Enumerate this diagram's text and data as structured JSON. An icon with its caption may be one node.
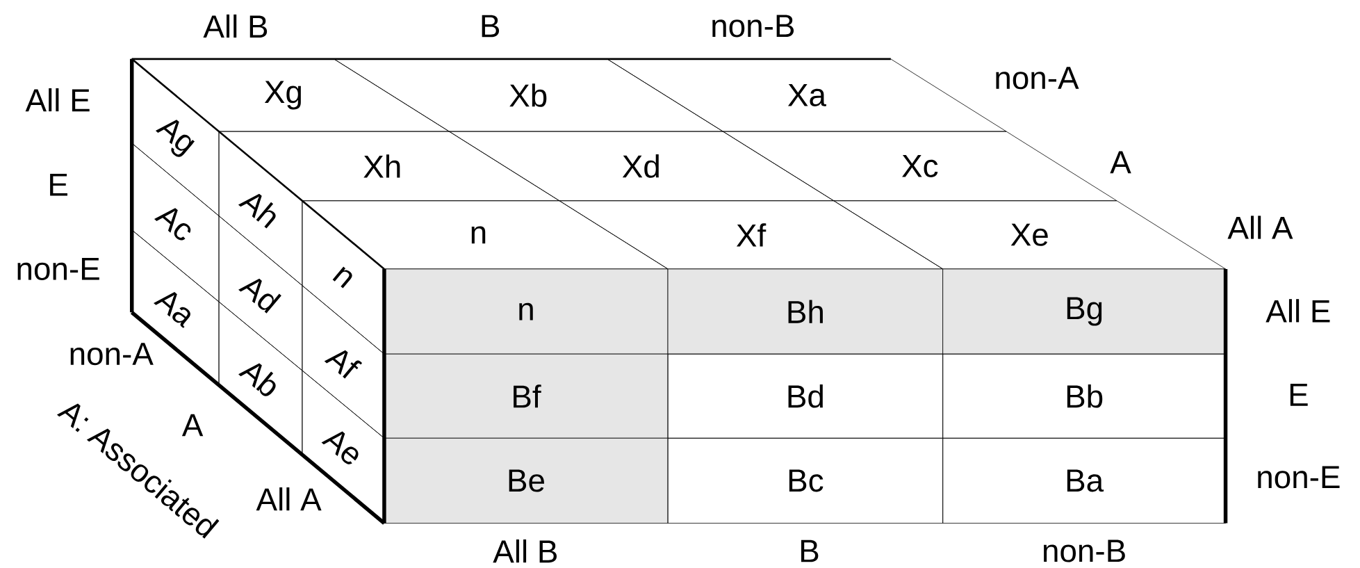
{
  "diagram": {
    "nodes": [
      {
        "text": [
          "Xg"
        ]
      },
      {
        "text": [
          "Xb"
        ]
      },
      {
        "text": [
          "Xa"
        ]
      },
      {
        "text": [
          "Xh"
        ]
      },
      {
        "text": [
          "Xd"
        ]
      },
      {
        "text": [
          "Xc"
        ]
      },
      {
        "text": [
          "n"
        ]
      },
      {
        "text": [
          "Xf"
        ]
      },
      {
        "text": [
          "Xe"
        ]
      },
      {
        "text": [
          "Ag"
        ]
      },
      {
        "text": [
          "Ah"
        ]
      },
      {
        "text": [
          "n"
        ]
      },
      {
        "text": [
          "Ac"
        ]
      },
      {
        "text": [
          "Ad"
        ]
      },
      {
        "text": [
          "Af"
        ]
      },
      {
        "text": [
          "Aa"
        ]
      },
      {
        "text": [
          "Ab"
        ]
      },
      {
        "text": [
          "Ae"
        ]
      },
      {
        "text": [
          "n"
        ]
      },
      {
        "text": [
          "Bh"
        ]
      },
      {
        "text": [
          "Bg"
        ]
      },
      {
        "text": [
          "Bf"
        ]
      },
      {
        "text": [
          "Bd"
        ]
      },
      {
        "text": [
          "Bb"
        ]
      },
      {
        "text": [
          "Be"
        ]
      },
      {
        "text": [
          "Bc"
        ]
      },
      {
        "text": [
          "Ba"
        ]
      }
    ],
    "labels": [
      "All B",
      "B",
      "non-B",
      "All E",
      "non-A",
      "E",
      "A",
      "All A",
      "non-E",
      "All E",
      "non-A",
      "E",
      "A",
      "A: Associated",
      "non-E",
      "All A",
      "All B",
      "B",
      "non-B"
    ]
  }
}
